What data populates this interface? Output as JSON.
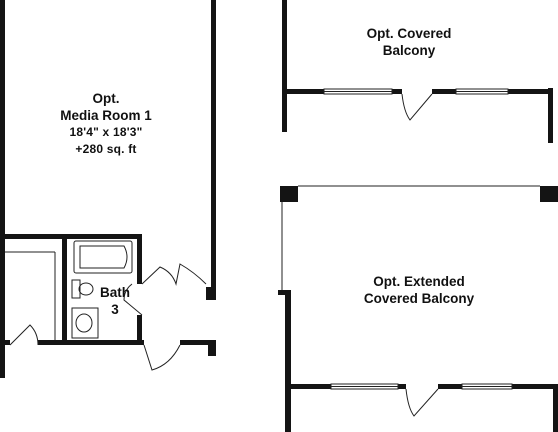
{
  "colors": {
    "wall": "#141414",
    "thin": "#222222",
    "background": "#ffffff"
  },
  "rooms": {
    "media": {
      "line1": "Opt.",
      "line2": "Media Room 1",
      "dims": "18'4\" x 18'3\"",
      "area": "+280 sq. ft"
    },
    "bath": {
      "line1": "Bath",
      "line2": "3"
    },
    "covered": {
      "line1": "Opt. Covered",
      "line2": "Balcony"
    },
    "extended": {
      "line1": "Opt. Extended",
      "line2": "Covered Balcony"
    }
  }
}
